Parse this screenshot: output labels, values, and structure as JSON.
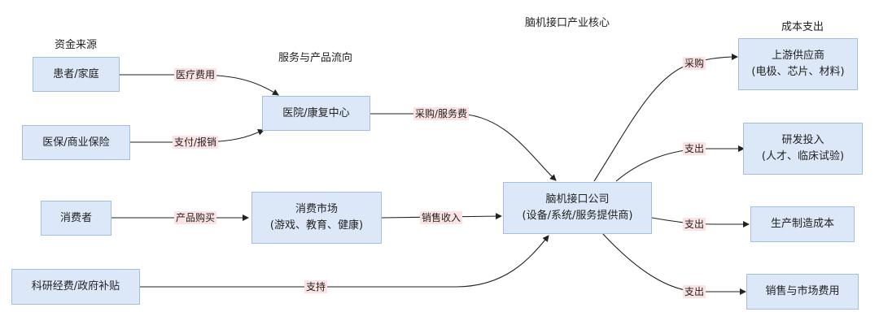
{
  "titles": {
    "funding": "资金来源",
    "flow": "服务与产品流向",
    "core": "脑机接口产业核心",
    "cost": "成本支出"
  },
  "nodes": {
    "patients": "患者/家庭",
    "insurance": "医保/商业保险",
    "consumers": "消费者",
    "research": "科研经费/政府补贴",
    "hospital": "医院/康复中心",
    "market_line1": "消费市场",
    "market_line2": "(游戏、教育、健康)",
    "company_line1": "脑机接口公司",
    "company_line2": "(设备/系统/服务提供商)",
    "upstream_line1": "上游供应商",
    "upstream_line2": "(电极、芯片、材料)",
    "rnd_line1": "研发投入",
    "rnd_line2": "(人才、临床试验)",
    "manufacturing": "生产制造成本",
    "sales": "销售与市场费用"
  },
  "edges": {
    "patients_hospital": "医疗费用",
    "insurance_hospital": "支付/报销",
    "hospital_company": "采购/服务费",
    "consumers_market": "产品购买",
    "market_company": "销售收入",
    "research_company": "支持",
    "company_upstream": "采购",
    "company_rnd": "支出",
    "company_manufacturing": "支出",
    "company_sales": "支出"
  },
  "colors": {
    "node_fill": "#dce8f8",
    "node_border": "#9fbfe3",
    "label_fill": "#fbe3e3",
    "edge": "#222222"
  }
}
